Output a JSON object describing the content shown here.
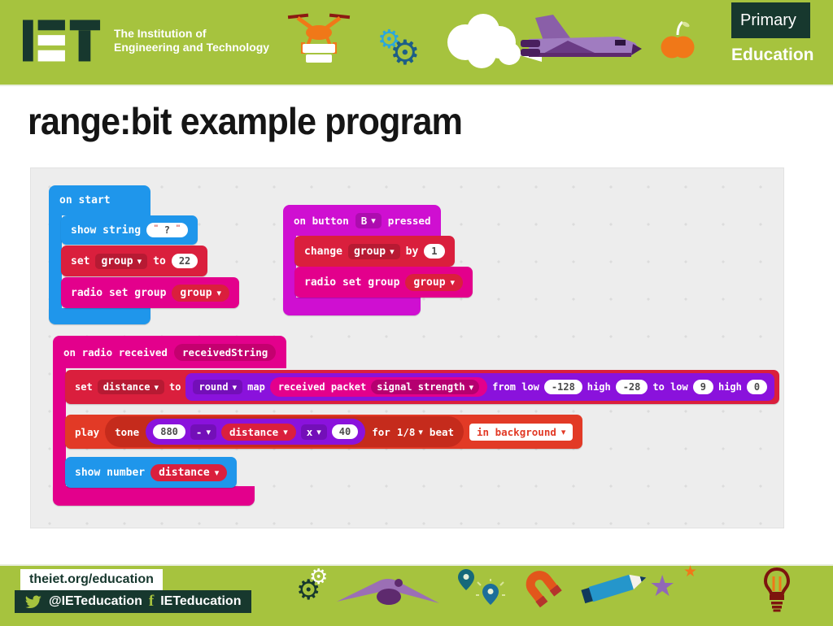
{
  "header": {
    "logo_tagline1": "The Institution of",
    "logo_tagline2": "Engineering and Technology",
    "badge_primary": "Primary",
    "badge_education": "Education"
  },
  "slide": {
    "title": "range:bit example program"
  },
  "program": {
    "on_start": {
      "title": "on start",
      "show_string_label": "show string",
      "quote": "\"",
      "show_string_value": "?",
      "set_label": "set",
      "set_var": "group",
      "to_label": "to",
      "set_value": "22",
      "radio_label": "radio set group",
      "radio_var": "group"
    },
    "on_button": {
      "prefix": "on button",
      "button": "B",
      "suffix": "pressed",
      "change_label": "change",
      "change_var": "group",
      "by_label": "by",
      "change_value": "1",
      "radio_label": "radio set group",
      "radio_var": "group"
    },
    "on_radio": {
      "title": "on radio received",
      "param": "receivedString",
      "set_label": "set",
      "set_var": "distance",
      "to_label": "to",
      "round_label": "round",
      "map_label": "map",
      "packet_label": "received packet",
      "packet_prop": "signal strength",
      "from_low_label": "from low",
      "from_low_value": "-128",
      "from_high_label": "high",
      "from_high_value": "-28",
      "to_low_label": "to low",
      "to_low_value": "9",
      "to_high_label": "high",
      "to_high_value": "0",
      "play_label": "play",
      "tone_label": "tone",
      "tone_value": "880",
      "minus_op": "-",
      "play_var": "distance",
      "times_op": "x",
      "times_value": "40",
      "for_label": "for",
      "beat_value": "1/8",
      "beat_label": "beat",
      "background_mode": "in background",
      "show_number_label": "show number",
      "show_number_var": "distance"
    }
  },
  "footer": {
    "url": "theiet.org/education",
    "twitter_handle": "@IETeducation",
    "facebook_f": "f",
    "facebook_handle": "IETeducation"
  },
  "icons": {
    "header": [
      "iet-logo-mark",
      "drone-icon",
      "gears-icon",
      "cloud-shuttle-icon",
      "apple-icon"
    ],
    "footer": [
      "twitter-icon",
      "facebook-icon",
      "gears-icon",
      "glider-icon",
      "map-pin-icon",
      "magnet-icon",
      "pencil-icon",
      "star-icon",
      "bulb-icon"
    ]
  },
  "colors": {
    "banner_green": "#a6c33e",
    "dark_green": "#17382e",
    "basic_blue": "#1f96eb",
    "variables_red": "#da1f3d",
    "radio_pink": "#e3008c",
    "input_magenta": "#cf0fd1",
    "math_purple": "#8a12dc",
    "music_red": "#e23a26",
    "canvas_gray": "#ededed"
  }
}
